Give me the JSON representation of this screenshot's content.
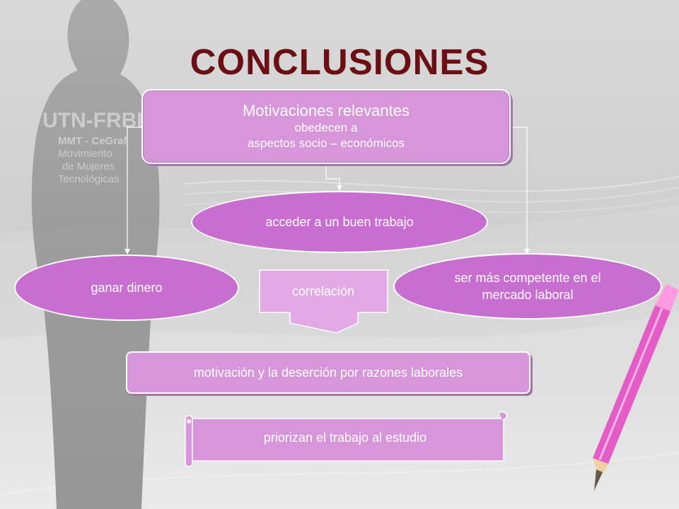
{
  "title": "CONCLUSIONES",
  "background_logo": {
    "lines": [
      "UTN-FRBB",
      "MMT - CeGraf",
      "Movimiento",
      "de Mujeres",
      "Tecnológicas"
    ]
  },
  "nodes": {
    "top": {
      "line1": "Motivaciones relevantes",
      "line2": "obedecen a",
      "line3": "aspectos socio – económicos"
    },
    "center": "acceder a un buen trabajo",
    "left": "ganar dinero",
    "right": "ser más competente en el mercado laboral",
    "correlation": "correlación",
    "result": "motivación y la deserción por razones laborales",
    "scroll": "priorizan el trabajo al estudio"
  },
  "colors": {
    "title": "#6b0f14",
    "ellipse_fill": "#c96ed1",
    "box_fill": "#d796d9",
    "arrow_fill": "#e3a8e6"
  }
}
